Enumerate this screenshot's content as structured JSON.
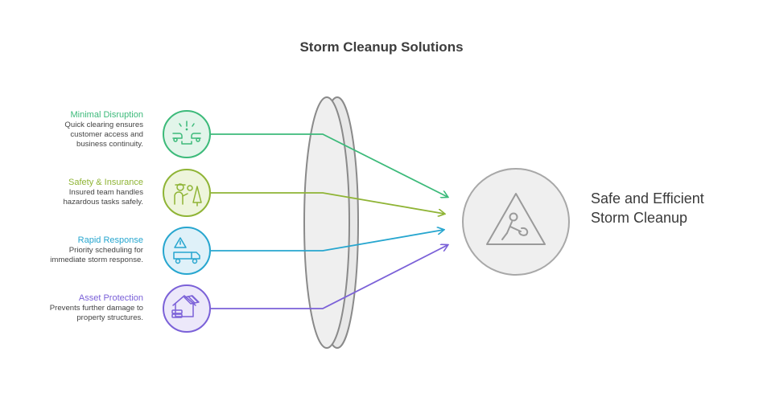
{
  "title": "Storm Cleanup Solutions",
  "items": [
    {
      "heading": "Minimal Disruption",
      "lines": [
        "Quick clearing ensures",
        "customer access and",
        "business continuity."
      ],
      "color": "#3cba7a",
      "icon": "traffic-cars-icon"
    },
    {
      "heading": "Safety & Insurance",
      "lines": [
        "Insured team handles",
        "hazardous tasks safely."
      ],
      "color": "#8fb435",
      "icon": "worker-tree-icon"
    },
    {
      "heading": "Rapid Response",
      "lines": [
        "Priority scheduling for",
        "immediate storm response."
      ],
      "color": "#27a6cf",
      "icon": "warning-truck-icon"
    },
    {
      "heading": "Asset Protection",
      "lines": [
        "Prevents further damage to",
        "property structures."
      ],
      "color": "#7b61d8",
      "icon": "house-solar-icon"
    }
  ],
  "result": {
    "lines": [
      "Safe and Efficient",
      "Storm Cleanup"
    ],
    "icon": "warning-shovel-icon"
  },
  "lens_color": "#eeeeee"
}
